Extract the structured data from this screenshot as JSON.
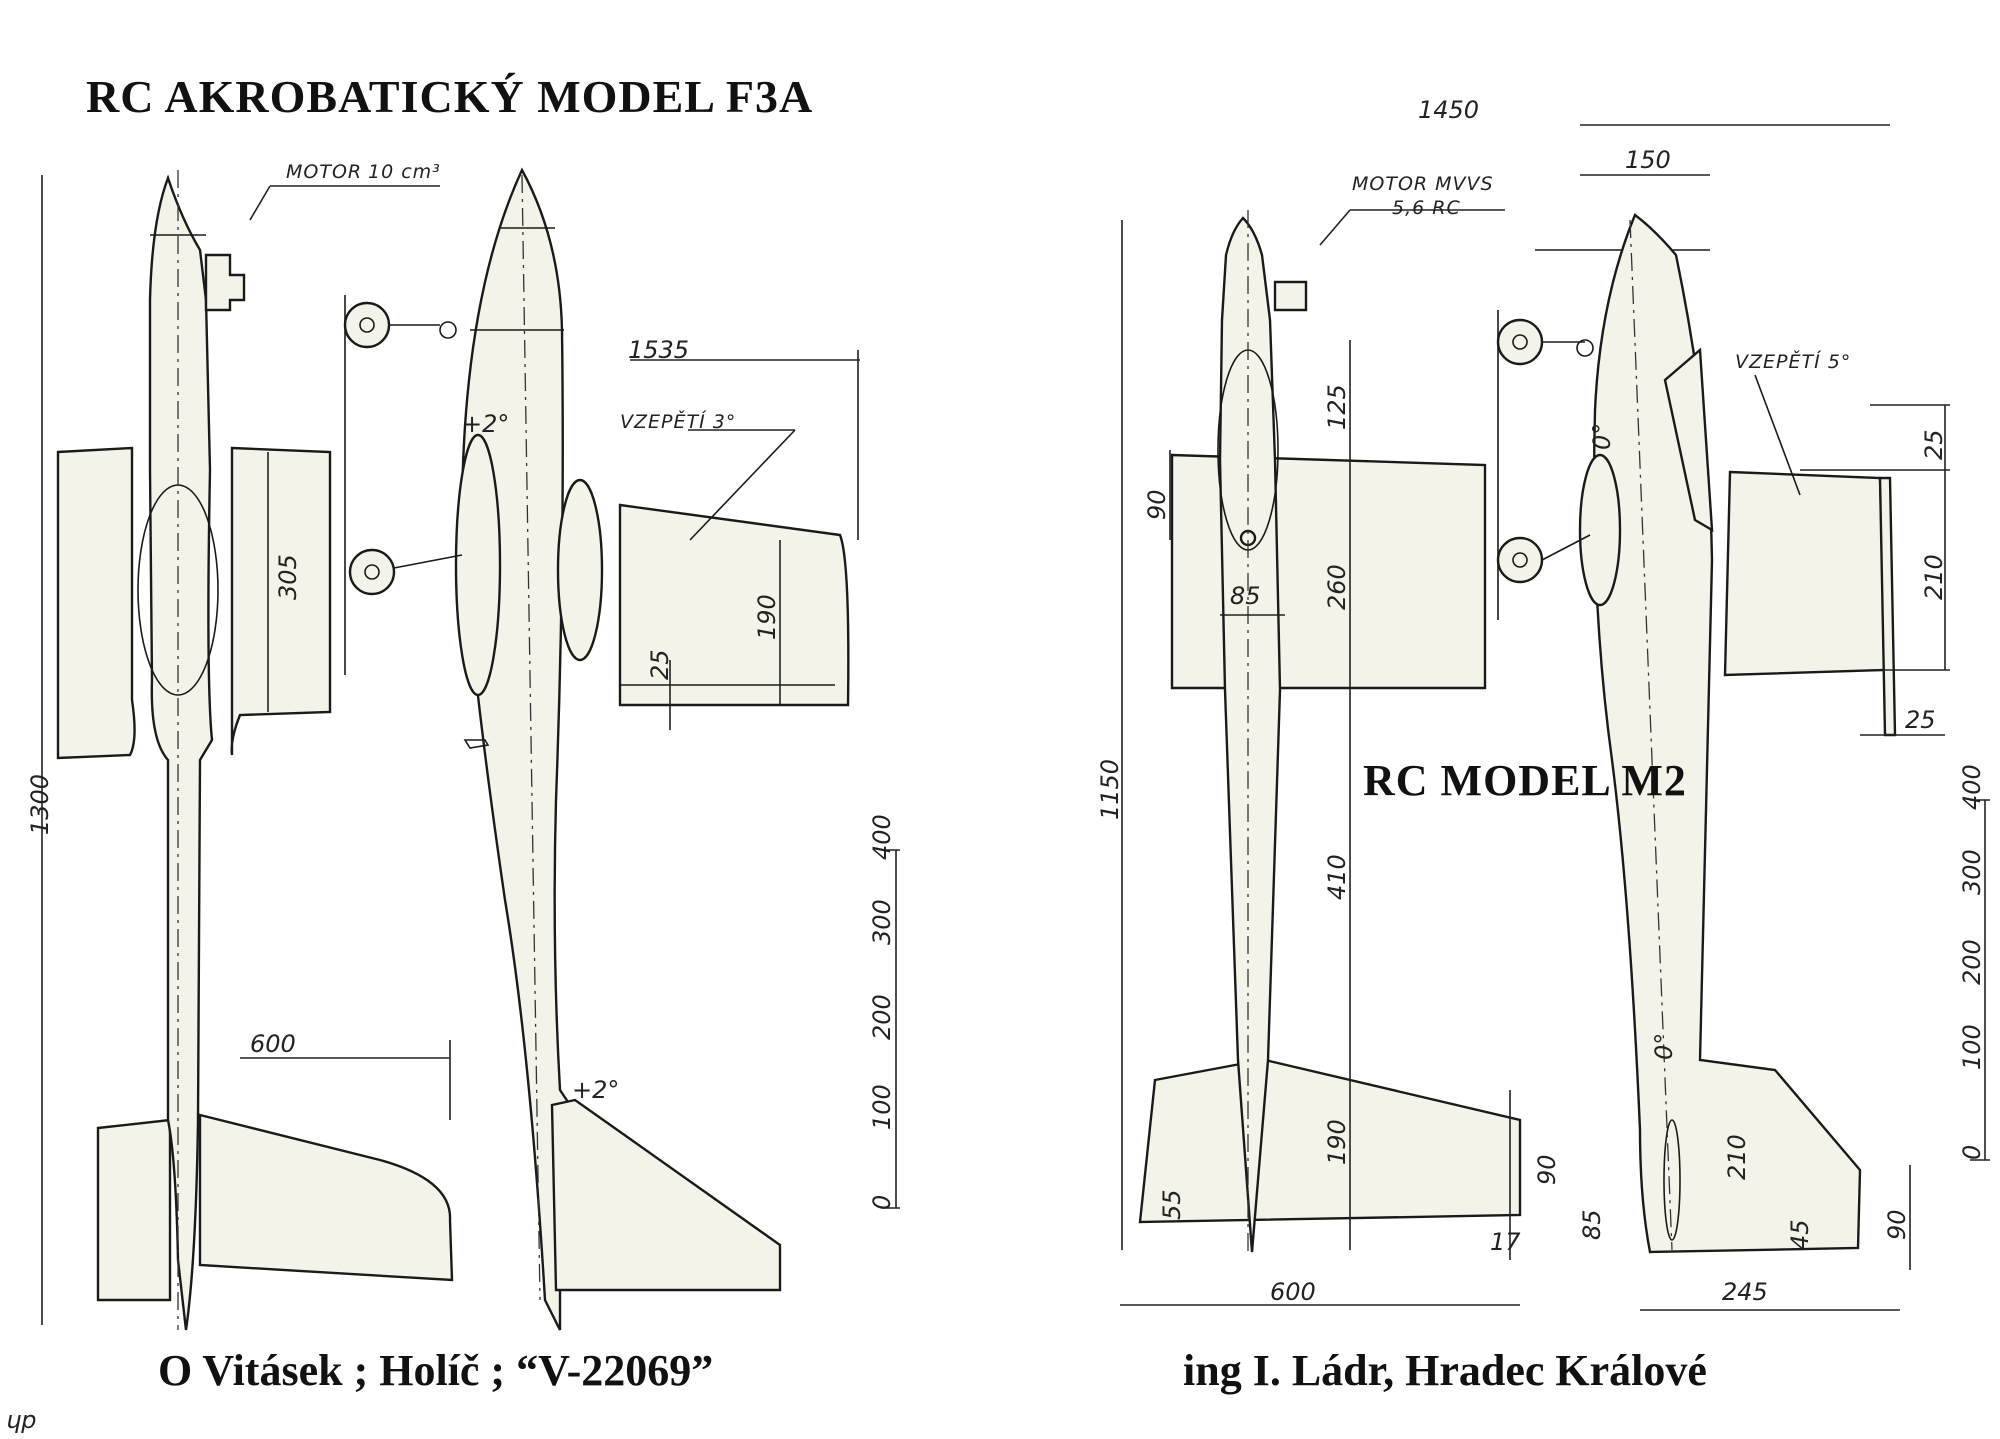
{
  "left_plan": {
    "title": "RC  AKROBATICKÝ  MODEL  F3A",
    "author": "O Vitásek ; Holíč ; “V-22069”",
    "motor_label_line1": "MOTOR",
    "motor_label_line2": "10 cm³",
    "incidence_wing": "+2°",
    "incidence_tail": "+2°",
    "dihedral_label": "VZEPĚTÍ 3°",
    "dims": {
      "length": "1300",
      "span": "1535",
      "wing_chord": "305",
      "tail_half_span": "600",
      "wing_tip_chord": "190",
      "dihedral_rise": "25"
    },
    "scale": {
      "labels": [
        "400",
        "300",
        "200",
        "100",
        "0"
      ]
    }
  },
  "right_plan": {
    "title": "RC  MODEL  M2",
    "author": "ing I. Ládr, Hradec Králové",
    "motor_label_line1": "MOTOR MVVS",
    "motor_label_line2": "5,6 RC",
    "incidence_wing": "0°",
    "incidence_tail": "0°",
    "dihedral_label": "VZEPĚTÍ 5°",
    "dims": {
      "span": "1450",
      "prop": "150",
      "length": "1150",
      "nose": "125",
      "wing_le": "90",
      "wing_chord": "260",
      "fuselage_width": "85",
      "tail_arm": "410",
      "tail_root": "190",
      "tail_tip": "90",
      "tail_cut": "55",
      "tail_tip_gap": "17",
      "tail_half_span": "600",
      "fin_height": "210",
      "fin_base": "85",
      "fin_rudder": "45",
      "fin_tip": "90",
      "fin_length": "245",
      "dihedral_top": "25",
      "dihedral_panel": "210",
      "dihedral_bottom": "25"
    },
    "scale": {
      "labels": [
        "400",
        "300",
        "200",
        "100",
        "0"
      ]
    }
  },
  "corner_mark": "ɥp"
}
